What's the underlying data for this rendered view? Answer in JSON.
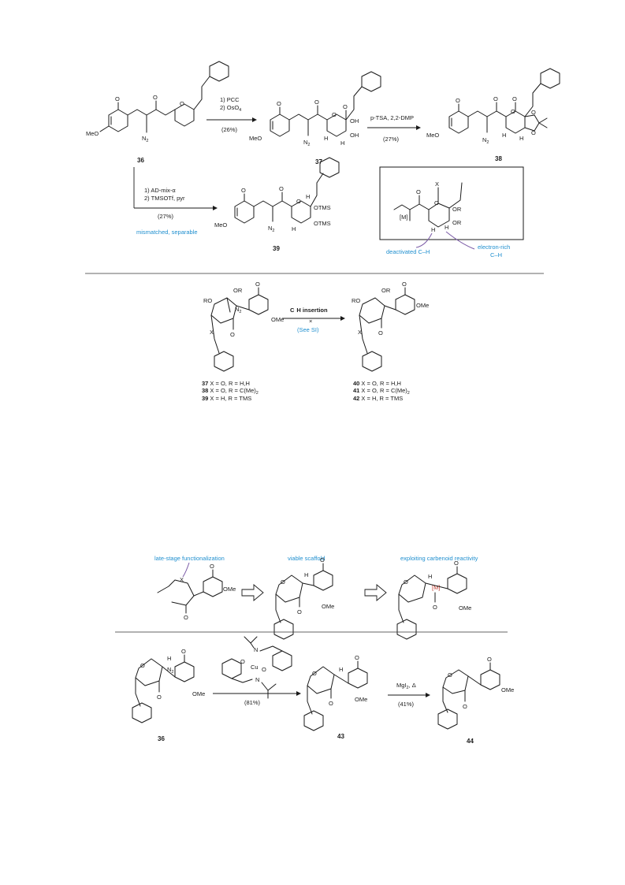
{
  "compounds": {
    "c36": "36",
    "c37": "37",
    "c38": "38",
    "c39": "39",
    "c40": "40",
    "c41": "41",
    "c42": "42",
    "c43": "43",
    "c44": "44",
    "c36b": "36"
  },
  "atoms": {
    "O": "O",
    "MeO": "MeO",
    "OMe": "OMe",
    "N2": "N",
    "N2sub": "2",
    "OH": "OH",
    "H": "H",
    "OTMS": "OTMS",
    "OR": "OR",
    "RO": "RO",
    "X": "X",
    "M": "[M]",
    "Cu": "Cu",
    "N": "N"
  },
  "reagents": {
    "step1a": "1) PCC",
    "step1b": "2) OsO",
    "step1b_sub": "4",
    "step1_yield": "(26%)",
    "step2": "p-TSA, 2,2-DMP",
    "step2_yield": "(27%)",
    "step3a": "1) AD-mix-α",
    "step3b": "2) TMSOTf, pyr",
    "step3_yield": "(27%)",
    "step3_note": "mismatched, separable",
    "ch_insertion": "C  H insertion",
    "see_si": "(See SI)",
    "cu_yield": "(81%)",
    "mgi_reagent": "MgI",
    "mgi_sub": "2",
    "mgi_delta": ", Δ",
    "mgi_yield": "(41%)"
  },
  "inset": {
    "deactivated": "deactivated C–H",
    "electron_rich_1": "electron-rich",
    "electron_rich_2": "C–H"
  },
  "legend": {
    "l37": " X = O, R = H,H",
    "l38": " X = O, R = C(Me)",
    "l38_sub": "2",
    "l39": " X = H, R = TMS",
    "l40": " X = O, R = H,H",
    "l41": " X = O, R = C(Me)",
    "l41_sub": "2",
    "l42": " X = H, R = TMS"
  },
  "strategy": {
    "late_stage": "late-stage functionalization",
    "viable": "viable scaffold",
    "exploiting": "exploiting carbenoid reactivity"
  },
  "colors": {
    "accent_blue": "#1f8fcf",
    "accent_red": "#c0392b",
    "accent_purple": "#7a5aa6"
  }
}
